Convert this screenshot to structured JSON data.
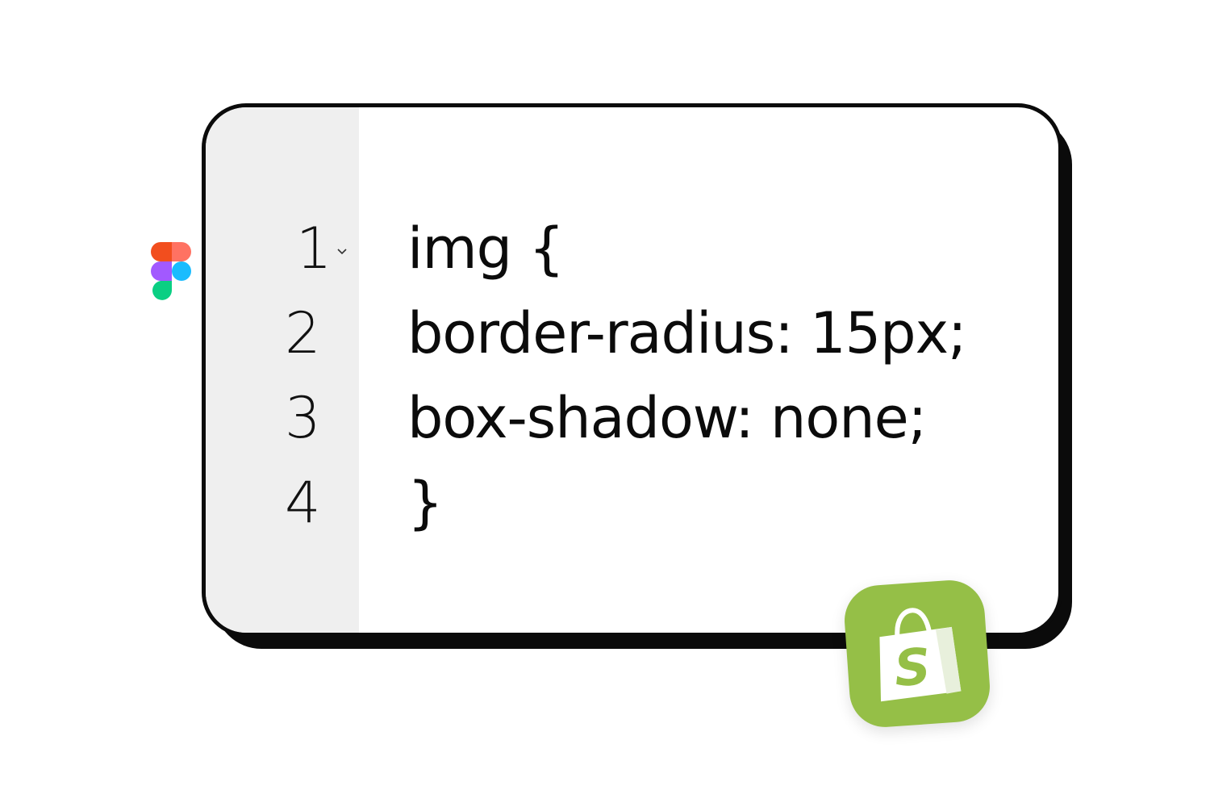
{
  "editor": {
    "line_numbers": [
      "1",
      "2",
      "3",
      "4"
    ],
    "code_lines": [
      "img {",
      "border-radius: 15px;",
      "box-shadow: none;",
      "}"
    ],
    "fold_icon": "chevron-down-icon"
  },
  "logos": {
    "figma": "figma-logo-icon",
    "shopify": "shopify-bag-icon"
  },
  "colors": {
    "shopify_green": "#95bf47",
    "gutter_bg": "#efefef",
    "card_border": "#0b0b0b"
  }
}
